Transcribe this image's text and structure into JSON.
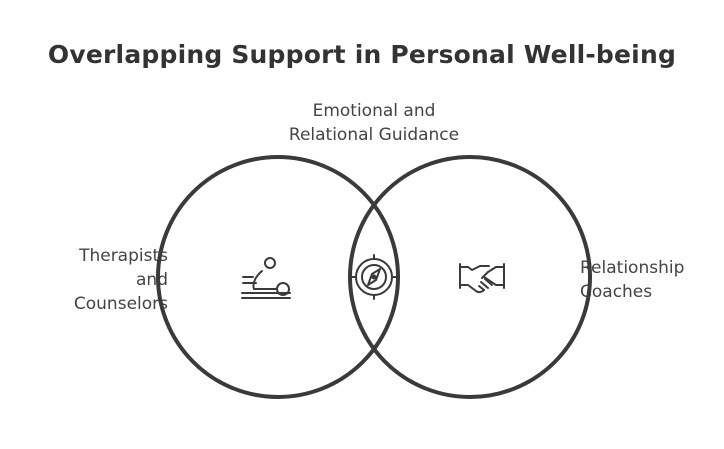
{
  "title": "Overlapping Support in Personal Well-being",
  "sets": [
    {
      "id": "therapists",
      "label_lines": [
        "Therapists",
        "and",
        "Counselors"
      ],
      "icon": "massage-therapy-icon"
    },
    {
      "id": "coaches",
      "label_lines": [
        "Relationship",
        "Coaches"
      ],
      "icon": "handshake-icon"
    }
  ],
  "overlap": {
    "label_lines": [
      "Emotional and",
      "Relational Guidance"
    ],
    "icon": "target-compass-icon"
  },
  "colors": {
    "stroke": "#3a3a3a",
    "text": "#444444",
    "title": "#333333"
  }
}
